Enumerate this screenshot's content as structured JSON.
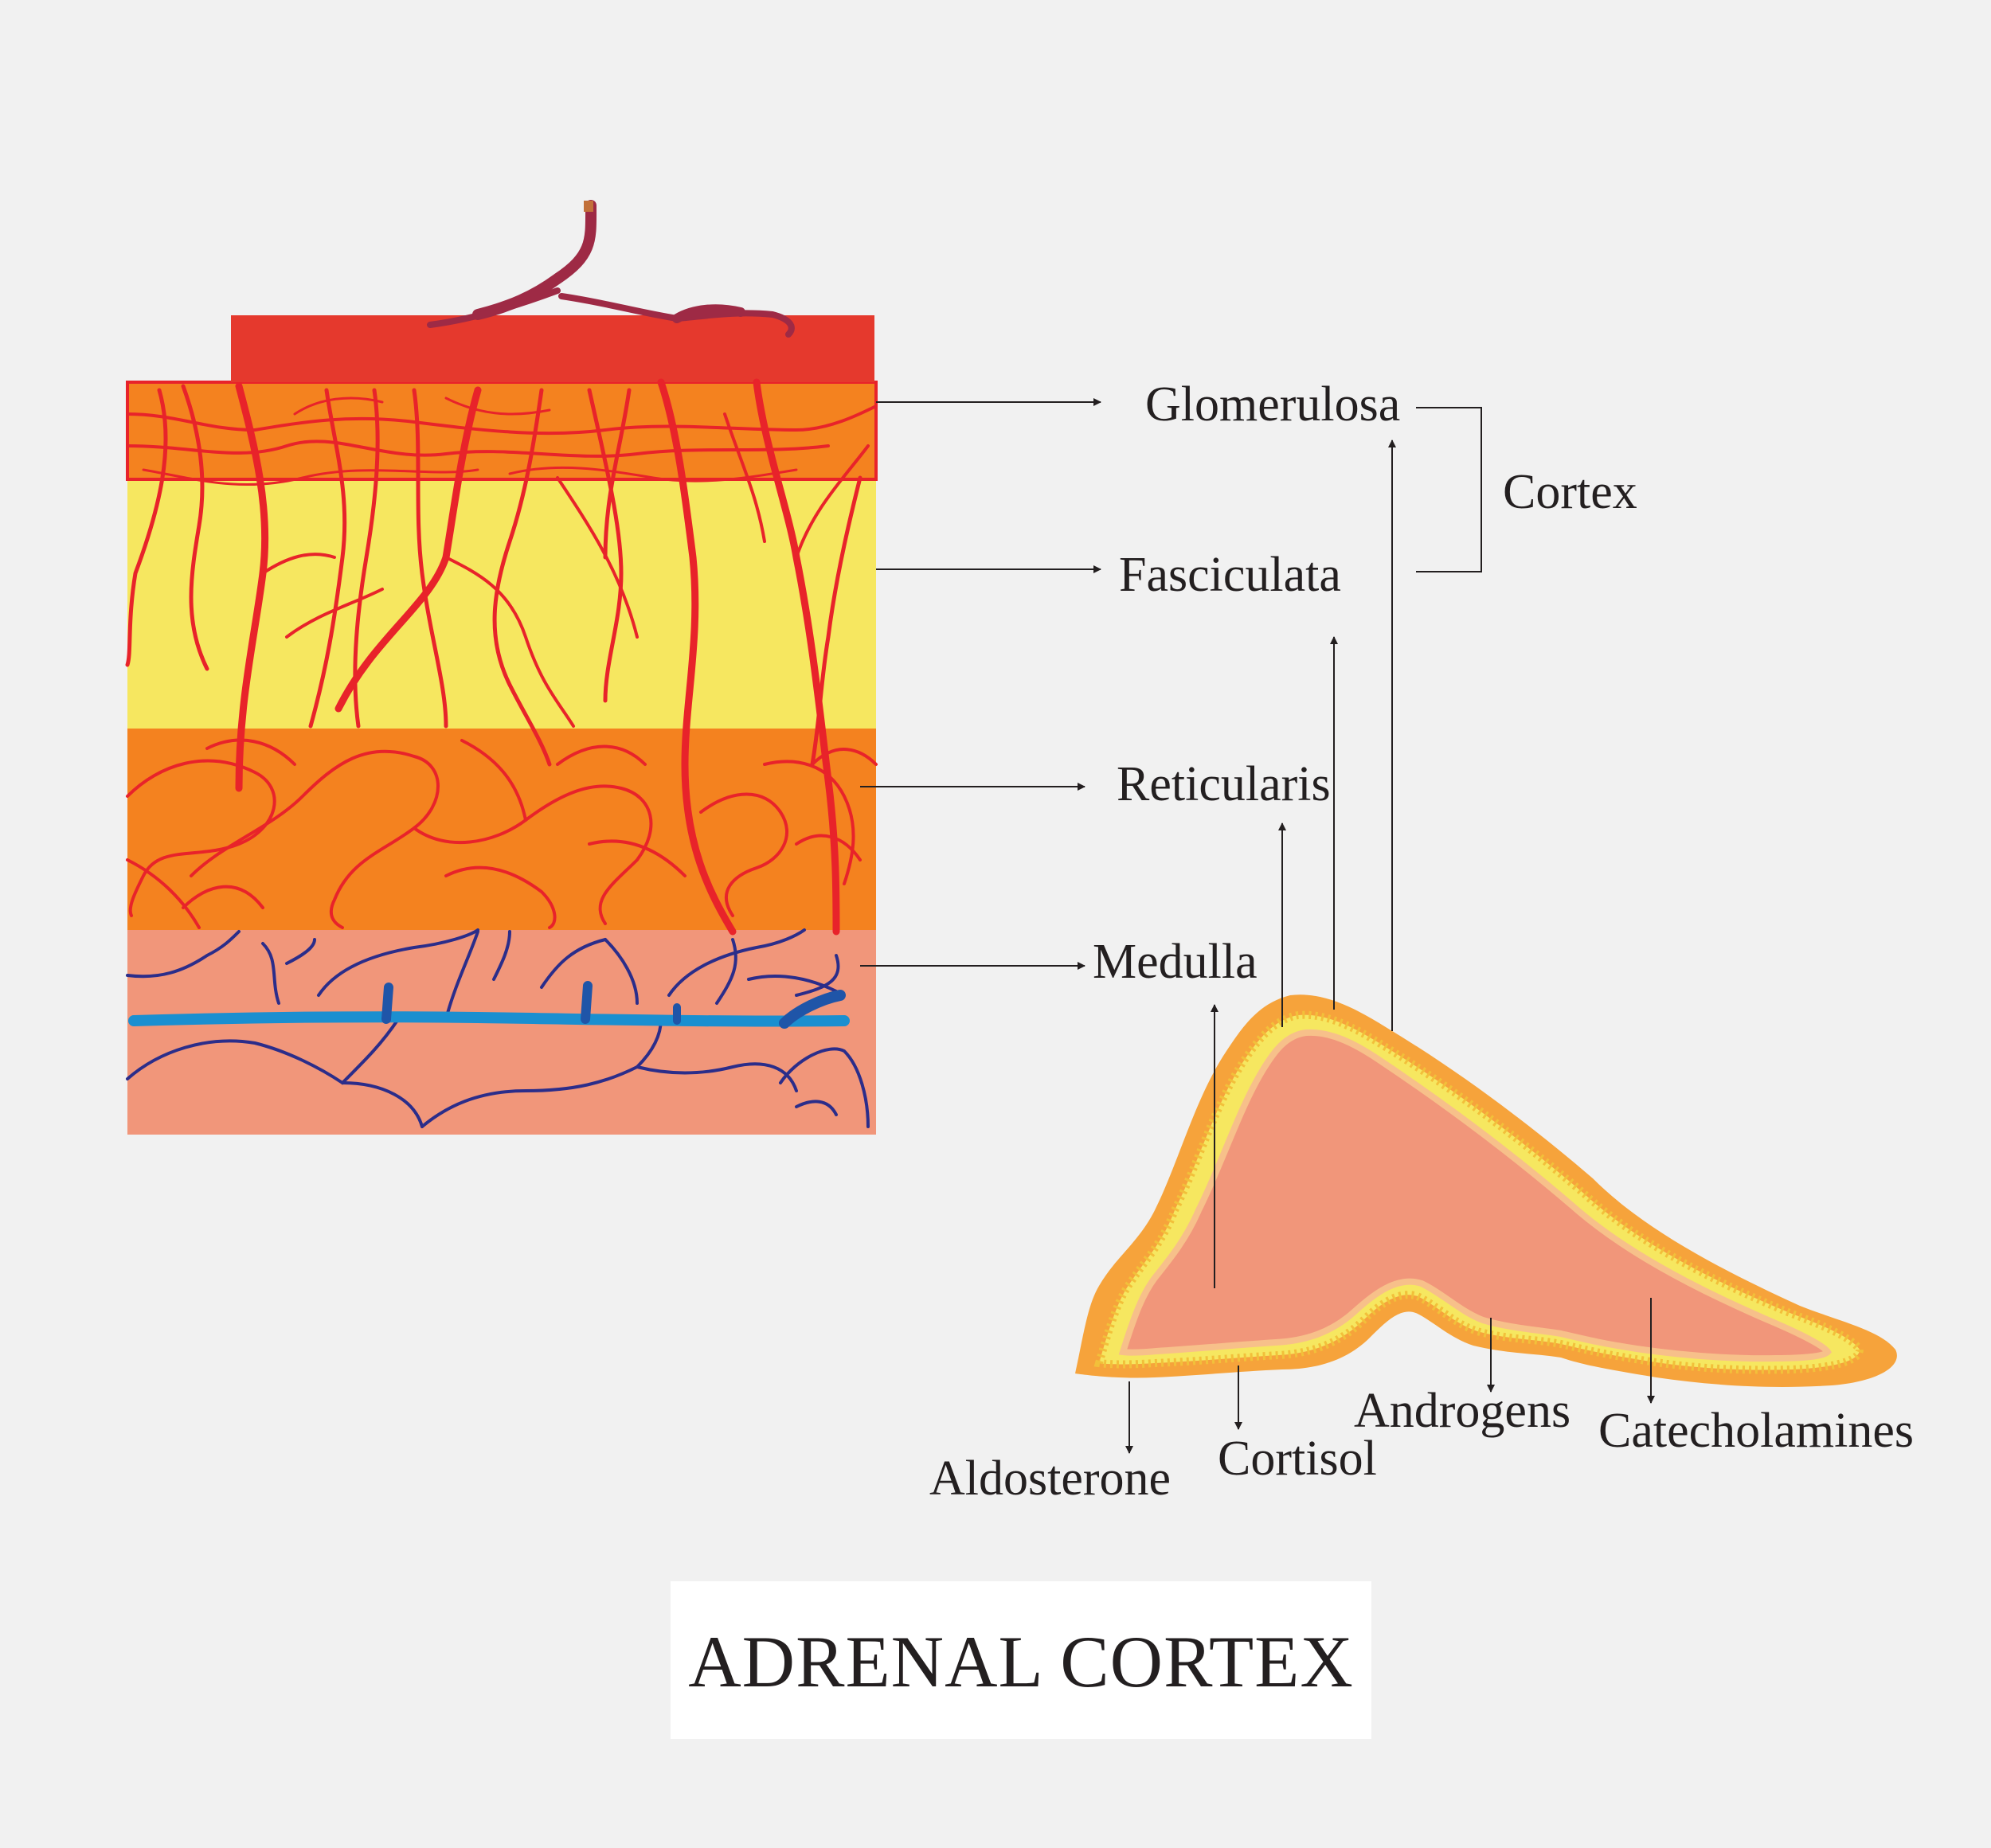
{
  "title": "ADRENAL CORTEX",
  "zones": {
    "glomerulosa": "Glomerulosa",
    "fasciculata": "Fasciculata",
    "reticularis": "Reticularis",
    "medulla": "Medulla"
  },
  "bracket_label": "Cortex",
  "hormones": {
    "aldosterone": "Aldosterone",
    "cortisol": "Cortisol",
    "androgens": "Androgens",
    "catecholamines": "Catecholamines"
  },
  "colors": {
    "background": "#f1f1f1",
    "capsule": "#e5392d",
    "glomerulosa": "#f4821f",
    "fasciculata": "#f6e760",
    "reticularis": "#f4821f",
    "medulla": "#f1967a",
    "arteries": "#e8232a",
    "veins": "#2b2d8a",
    "central_vein": "#1b8fd0",
    "capsule_vessel": "#9e2a45",
    "gland_outer": "#f6a33b",
    "gland_inner": "#f1967a"
  }
}
